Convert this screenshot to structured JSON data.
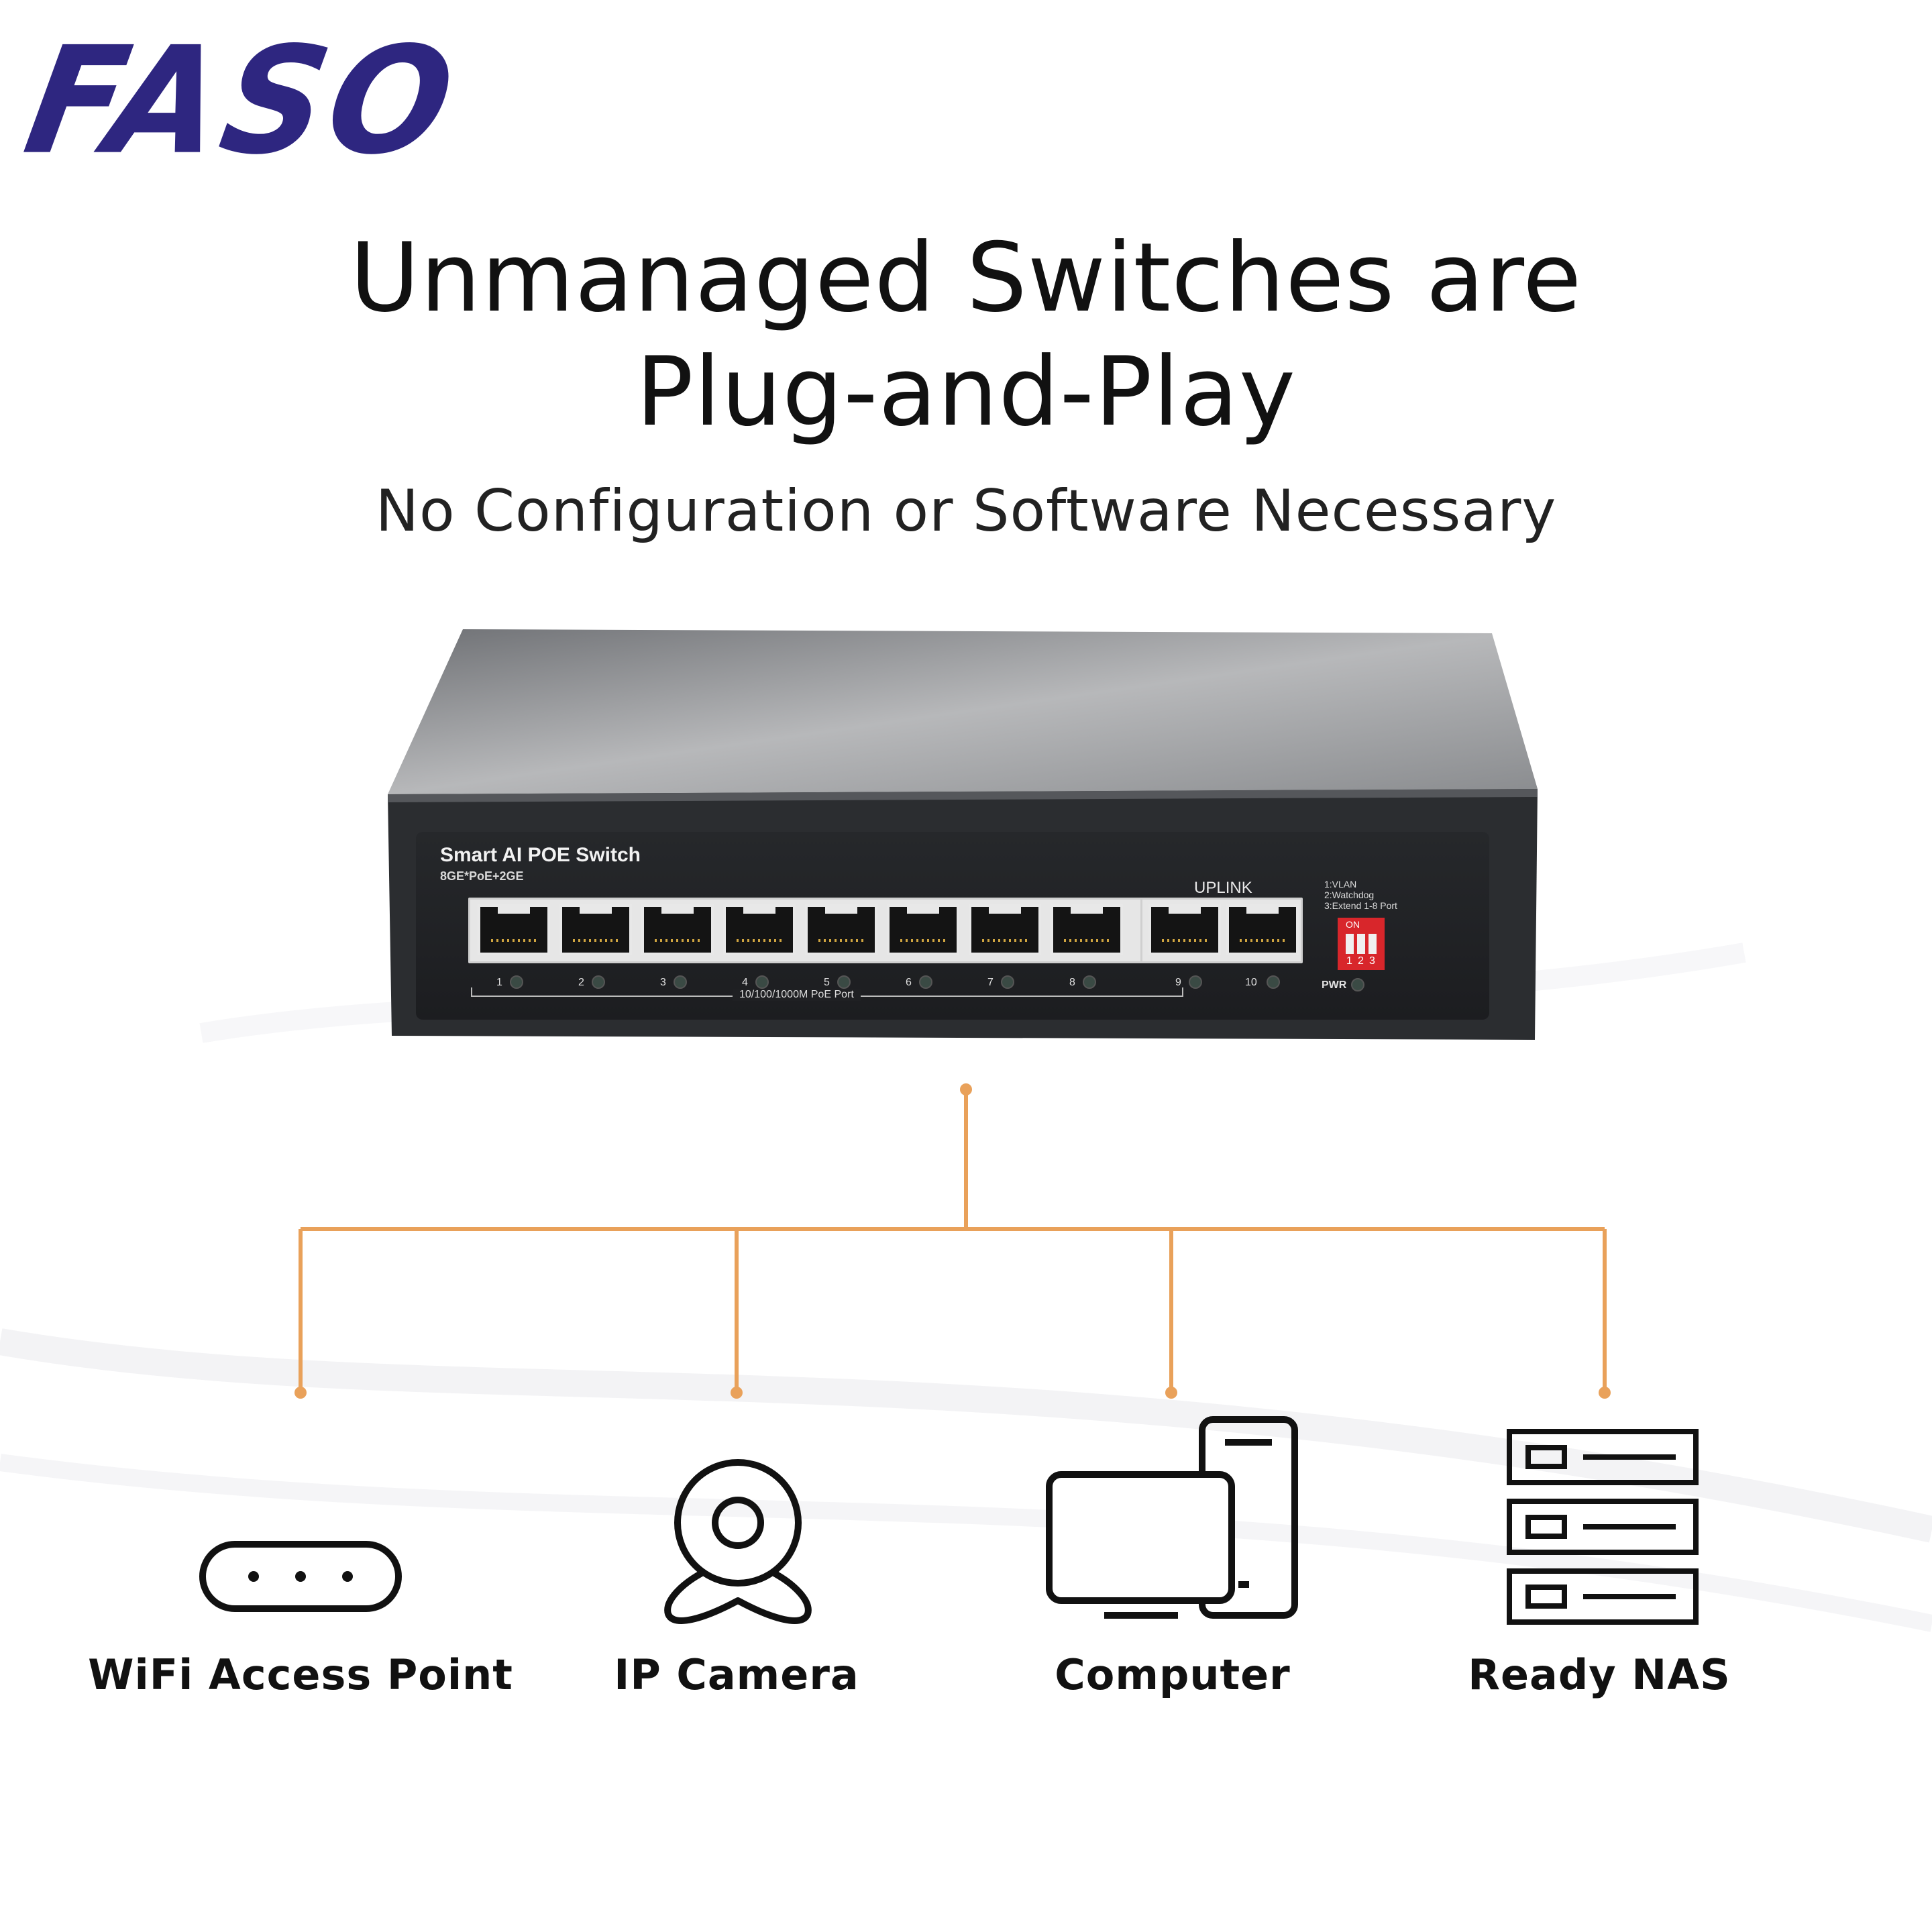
{
  "brand": {
    "logo_text": "FASO",
    "color": "#2e2680"
  },
  "headline": {
    "line1": "Unmanaged Switches are",
    "line2": "Plug-and-Play"
  },
  "subheadline": "No Configuration or Software Necessary",
  "switch": {
    "title": "Smart AI POE Switch",
    "subtitle": "8GE*PoE+2GE",
    "uplink_label": "UPLINK",
    "dip_legend": [
      "1:VLAN",
      "2:Watchdog",
      "3:Extend 1-8 Port"
    ],
    "dip_on": "ON",
    "dip_numbers": [
      "1",
      "2",
      "3"
    ],
    "port_numbers": [
      "1",
      "2",
      "3",
      "4",
      "5",
      "6",
      "7",
      "8",
      "9",
      "10"
    ],
    "poe_label": "10/100/1000M PoE Port",
    "pwr_label": "PWR"
  },
  "accent_color": "#e9a15a",
  "devices": [
    {
      "label": "WiFi Access Point",
      "icon": "wifi-access-point-icon"
    },
    {
      "label": "IP Camera",
      "icon": "webcam-icon"
    },
    {
      "label": "Computer",
      "icon": "computer-icon"
    },
    {
      "label": "Ready NAS",
      "icon": "server-rack-icon"
    }
  ]
}
